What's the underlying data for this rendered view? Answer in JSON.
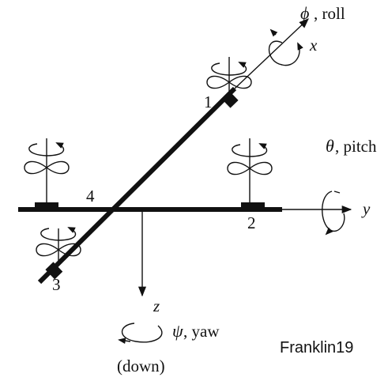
{
  "axes": {
    "x": {
      "label": "x",
      "rotation_symbol": "ϕ",
      "rotation_name": ", roll"
    },
    "y": {
      "label": "y",
      "rotation_symbol": "θ",
      "rotation_name": ", pitch"
    },
    "z": {
      "label": "z",
      "rotation_symbol": "ψ",
      "rotation_name": ", yaw",
      "note": "(down)"
    }
  },
  "rotors": [
    {
      "number": "1"
    },
    {
      "number": "2"
    },
    {
      "number": "3"
    },
    {
      "number": "4"
    }
  ],
  "credit": "Franklin19",
  "colors": {
    "ink": "#111111",
    "background": "#ffffff"
  }
}
